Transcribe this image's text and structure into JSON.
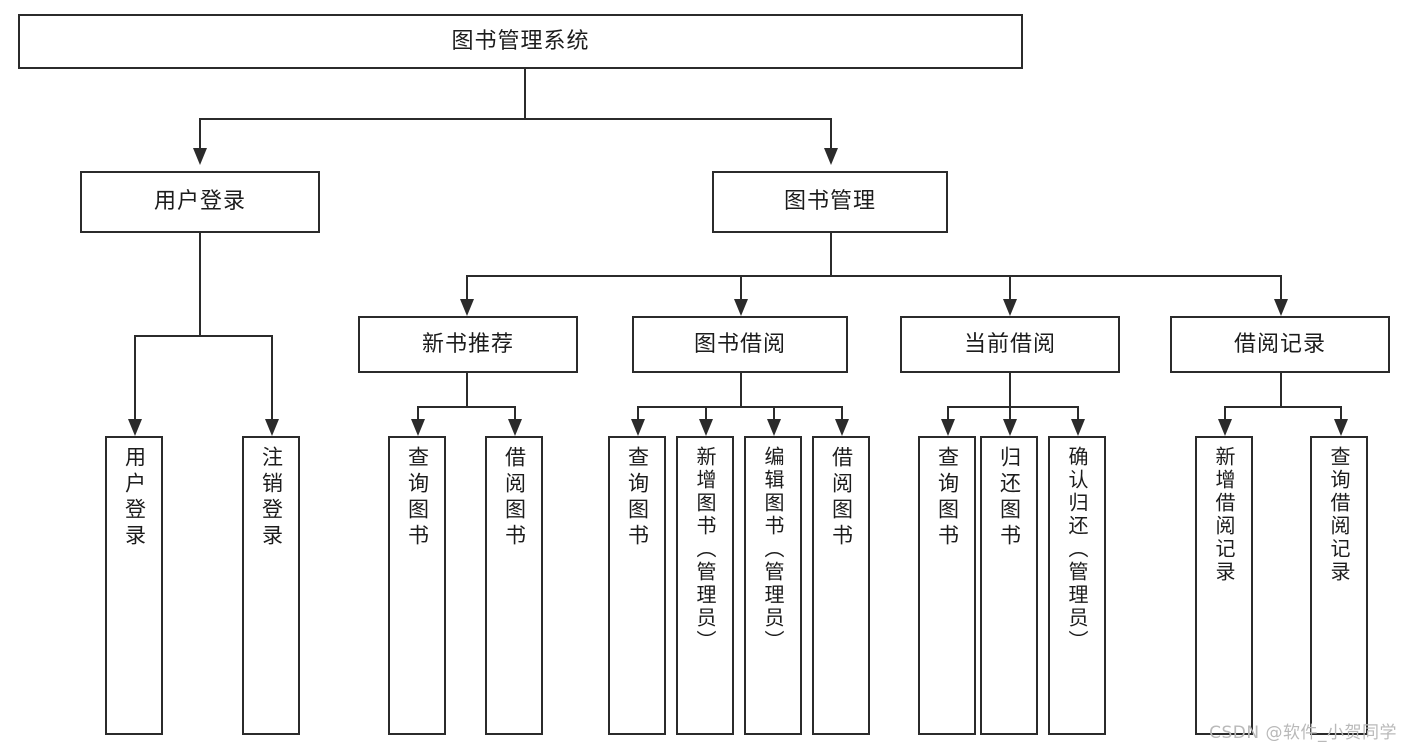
{
  "diagram": {
    "type": "tree-hierarchy-chart",
    "title": "图书管理系统",
    "root": {
      "label": "图书管理系统"
    },
    "level2": [
      {
        "label": "用户登录"
      },
      {
        "label": "图书管理"
      }
    ],
    "level3": [
      {
        "label": "新书推荐"
      },
      {
        "label": "图书借阅"
      },
      {
        "label": "当前借阅"
      },
      {
        "label": "借阅记录"
      }
    ],
    "leaves": {
      "user_login": [
        {
          "label": "用户登录"
        },
        {
          "label": "注销登录"
        }
      ],
      "new_book_recommend": [
        {
          "label": "查询图书"
        },
        {
          "label": "借阅图书"
        }
      ],
      "book_borrow": [
        {
          "label": "查询图书"
        },
        {
          "label": "新增图书（管理员）"
        },
        {
          "label": "编辑图书（管理员）"
        },
        {
          "label": "借阅图书"
        }
      ],
      "current_borrow": [
        {
          "label": "查询图书"
        },
        {
          "label": "归还图书"
        },
        {
          "label": "确认归还（管理员）"
        }
      ],
      "borrow_record": [
        {
          "label": "新增借阅记录"
        },
        {
          "label": "查询借阅记录"
        }
      ]
    }
  },
  "watermark": {
    "text": "CSDN @软件_小贺同学"
  },
  "colors": {
    "stroke": "#2b2b2b",
    "background": "#ffffff",
    "text": "#1c1c1c",
    "watermark": "#b9b9b9"
  }
}
